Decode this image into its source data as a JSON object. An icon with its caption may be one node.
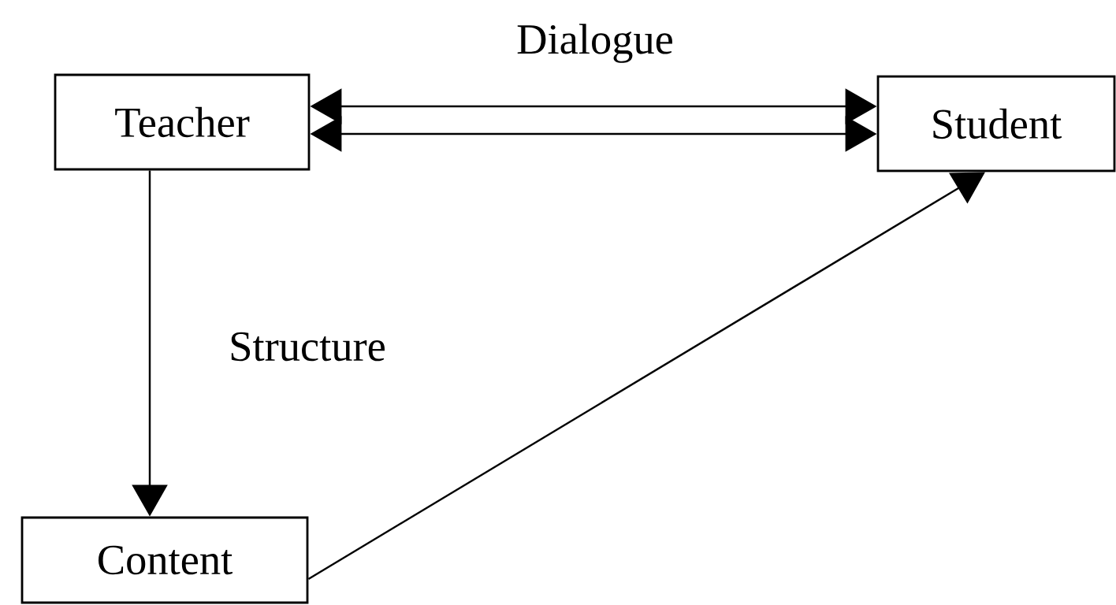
{
  "diagram": {
    "nodes": [
      {
        "text": [
          "Teacher"
        ]
      },
      {
        "text": [
          "Student"
        ]
      },
      {
        "text": [
          "Content"
        ]
      }
    ],
    "edges": [
      {
        "from": 0,
        "to": 1,
        "arrow": "both",
        "label": "Dialogue"
      },
      {
        "from": 0,
        "to": 1,
        "arrow": "both"
      },
      {
        "from": 0,
        "to": 2,
        "arrow": "to",
        "label": "Structure"
      },
      {
        "from": 2,
        "to": 1,
        "arrow": "to"
      }
    ]
  }
}
